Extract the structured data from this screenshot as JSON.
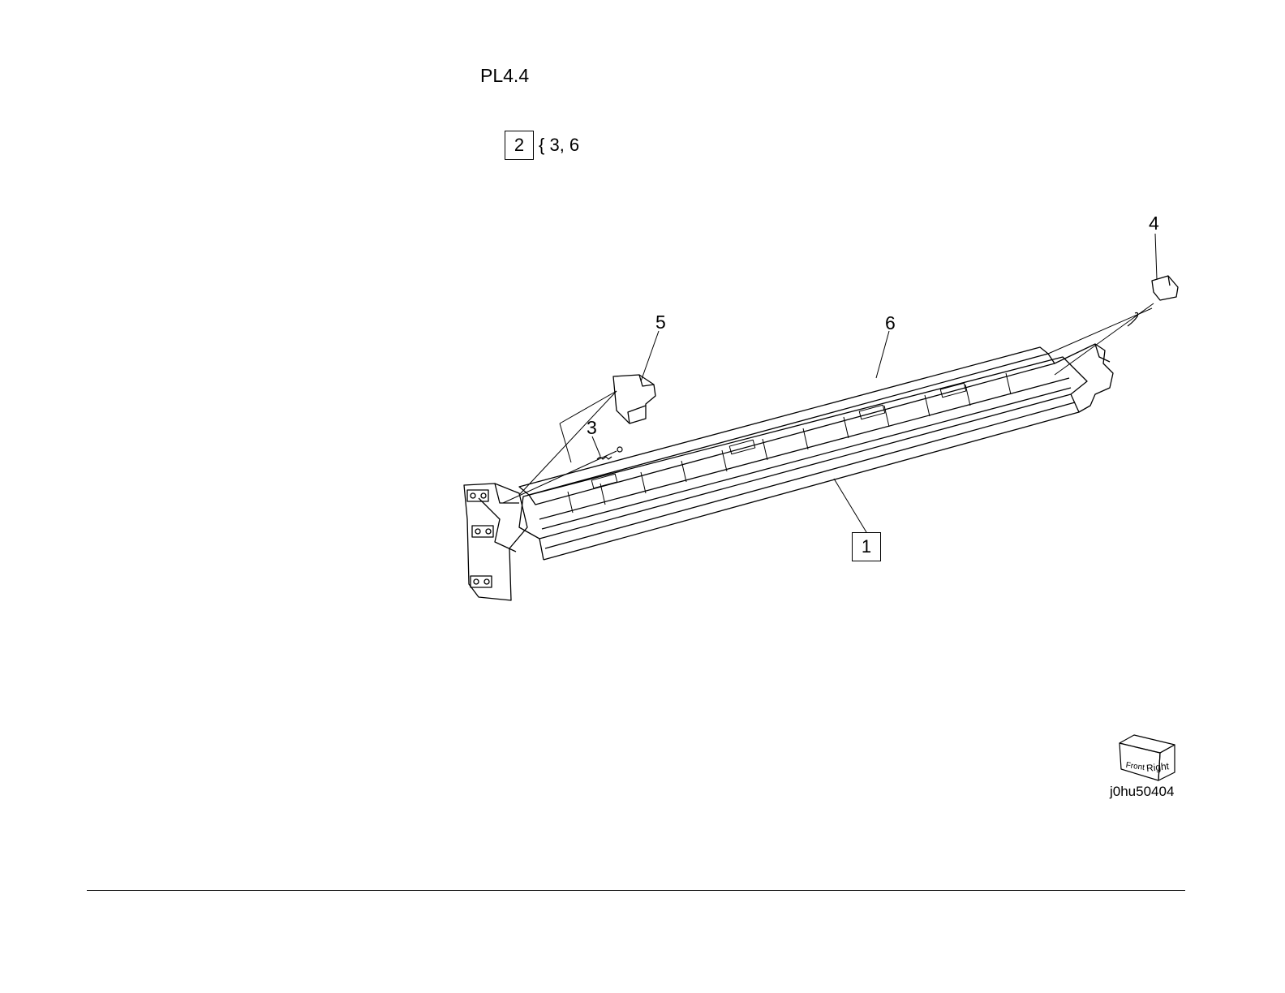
{
  "page": {
    "id_label": "PL4.4",
    "kit_box_number": "2",
    "kit_contents": "{ 3, 6",
    "figure_code": "j0hu50404"
  },
  "callouts": {
    "part1": "1",
    "part3": "3",
    "part4": "4",
    "part5": "5",
    "part6": "6"
  },
  "orientation_cube": {
    "front_label": "Front",
    "right_label": "Right"
  }
}
